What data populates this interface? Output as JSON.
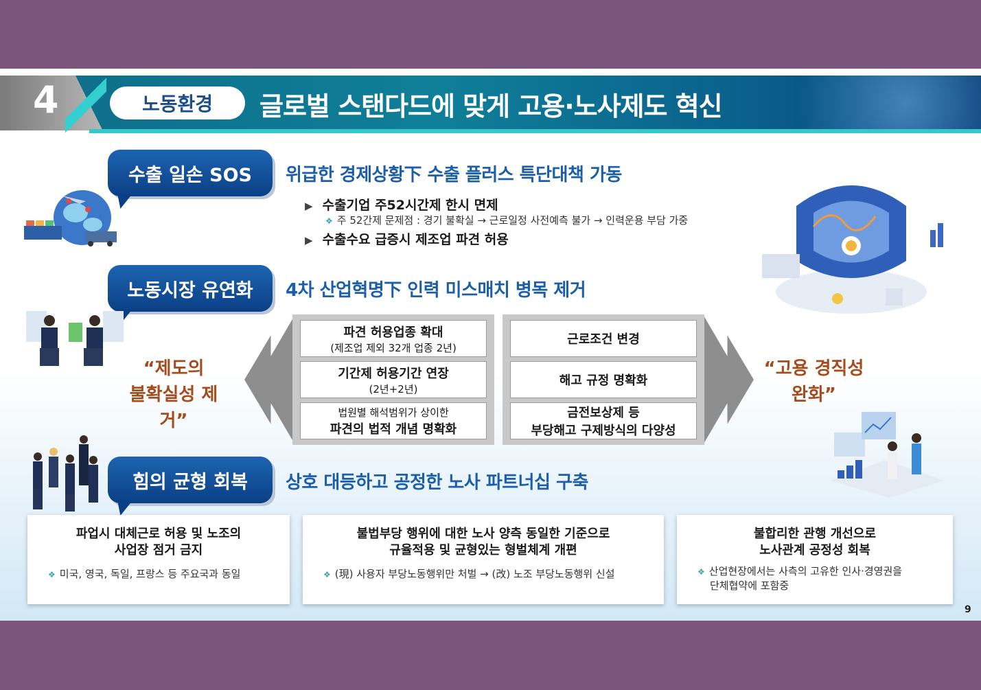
{
  "header": {
    "number": "4",
    "category": "노동환경",
    "title": "글로벌 스탠다드에 맞게 고용·노사제도 혁신"
  },
  "section1": {
    "tag": "수출 일손 SOS",
    "heading": "위급한 경제상황下 수출 플러스 특단대책 가동",
    "bullet1": "수출기업 주52시간제 한시 면제",
    "sub1": "주 52간제 문제점 : 경기 불확실 → 근로일정 사전예측 불가 → 인력운용 부담 가중",
    "bullet2": "수출수요 급증시 제조업 파견 허용"
  },
  "section2": {
    "tag": "노동시장 유연화",
    "heading": "4차 산업혁명下 인력 미스매치 병목 제거",
    "left_quote_line1": "“제도의",
    "left_quote_line2": "불확실성 제거”",
    "right_quote_line1": "“고용 경직성",
    "right_quote_line2": "완화”",
    "left_cells": [
      {
        "bold": "파견 허용업종 확대",
        "small": "(제조업 제외 32개 업종 2년)"
      },
      {
        "bold": "기간제 허용기간 연장",
        "small": "(2년+2년)"
      },
      {
        "small": "법원별 해석범위가 상이한",
        "bold": "파견의 법적 개념 명확화"
      }
    ],
    "right_cells": [
      {
        "bold": "근로조건 변경"
      },
      {
        "bold": "해고 규정 명확화"
      },
      {
        "bold": "금전보상제 등",
        "bold2": "부당해고 구제방식의 다양성"
      }
    ]
  },
  "section3": {
    "tag": "힘의 균형 회복",
    "heading": "상호 대등하고 공정한 노사 파트너십 구축",
    "cards": [
      {
        "line1": "파업시 대체근로 허용 및 노조의",
        "line2": "사업장 점거 금지",
        "note": "미국, 영국, 독일, 프랑스 등 주요국과 동일",
        "note2": ""
      },
      {
        "line1": "불법부당 행위에 대한 노사 양측 동일한 기준으로",
        "line2": "규율적용 및 균형있는 형벌체계 개편",
        "note": "(現) 사용자 부당노동행위만 처벌 → (改) 노조 부당노동행위 신설",
        "note2": ""
      },
      {
        "line1": "불합리한 관행 개선으로",
        "line2": "노사관계 공정성 회복",
        "note": "산업현장에서는 사측의 고유한  인사·경영권을",
        "note2": "단체협약에 포함중"
      }
    ]
  },
  "page_number": "9",
  "colors": {
    "background": "#7b557c",
    "accent_teal": "#35c7c9",
    "tag_blue": "#0b3f85",
    "heading_blue": "#1c5fa8",
    "quote_brown": "#a54b1d"
  },
  "icons": [
    "arrow-right-icon",
    "diamond-bullet-icon",
    "globe-logistics-illustration",
    "data-ring-illustration",
    "business-people-illustration",
    "analytics-illustration"
  ]
}
